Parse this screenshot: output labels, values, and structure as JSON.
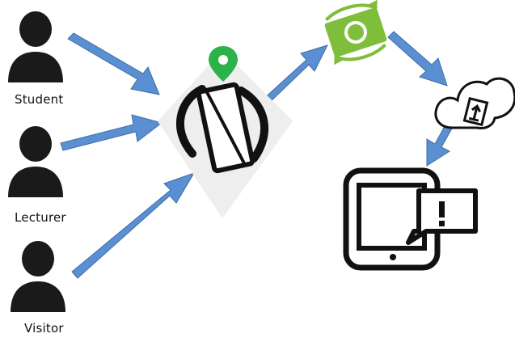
{
  "actors": [
    {
      "label": "Student",
      "icon": "person-icon"
    },
    {
      "label": "Lecturer",
      "icon": "person-icon"
    },
    {
      "label": "Visitor",
      "icon": "person-icon"
    }
  ],
  "nodes": [
    {
      "icon": "location-pin-icon"
    },
    {
      "icon": "phone-rotate-icon"
    },
    {
      "icon": "sync-money-icon"
    },
    {
      "icon": "cloud-upload-icon"
    },
    {
      "icon": "tablet-notification-icon"
    }
  ],
  "colors": {
    "arrow": "#5a8fd1",
    "arrow_edge": "#3f6ea8",
    "pin": "#2bb34a",
    "sync": "#7fbe3a",
    "icon_dark": "#111111",
    "device_bg": "#eeeeee"
  }
}
